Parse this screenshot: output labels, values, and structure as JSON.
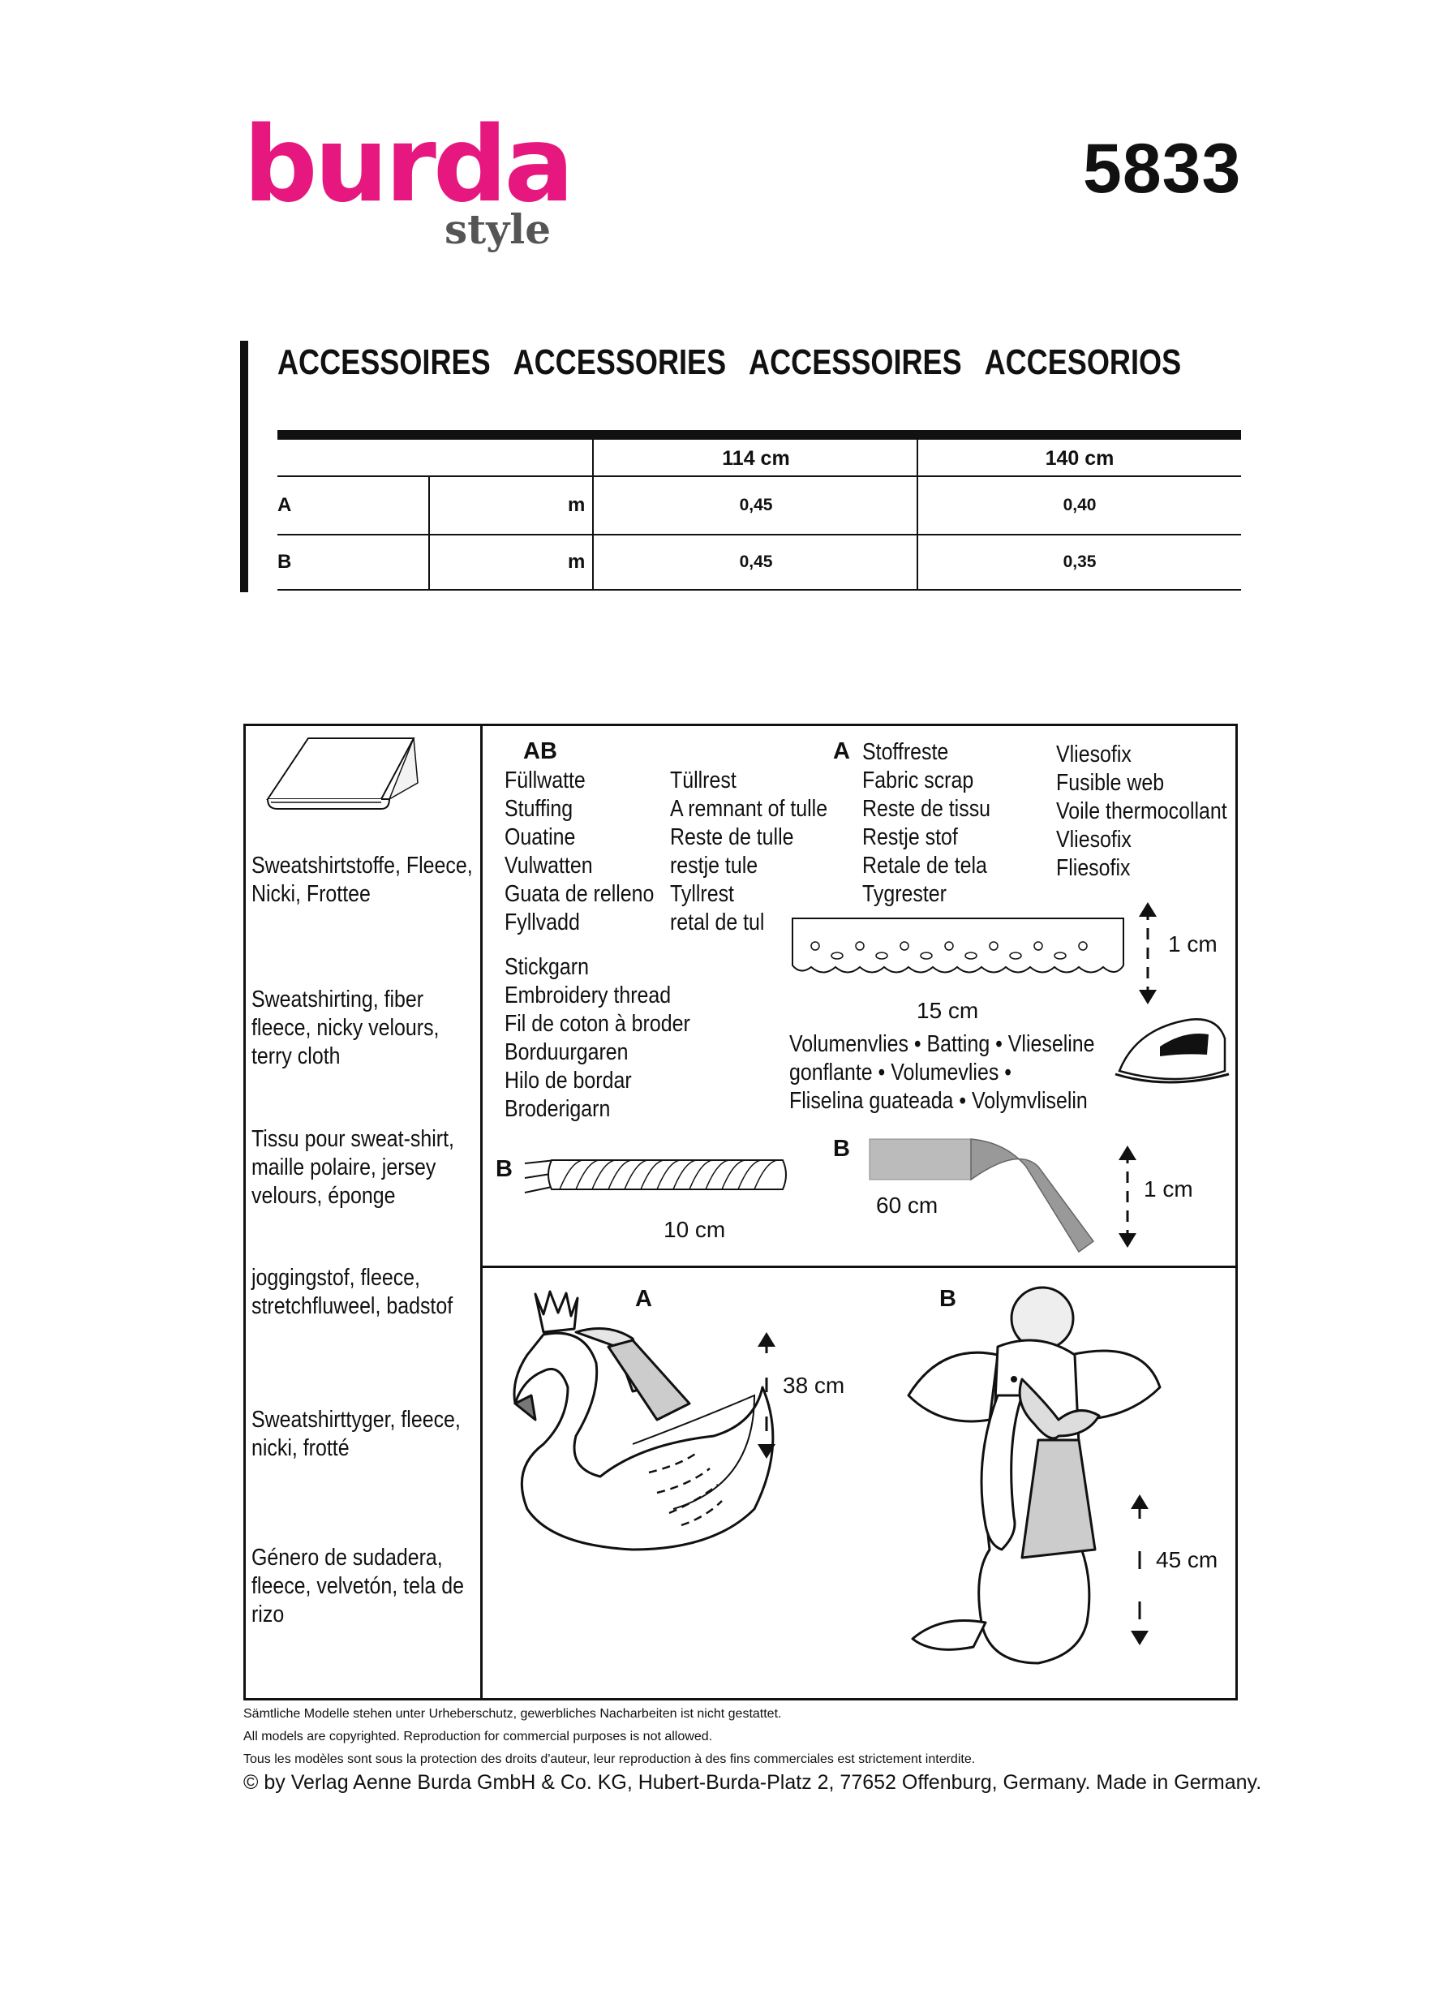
{
  "brand": {
    "name": "burda",
    "sub": "style",
    "color": "#e6177f"
  },
  "pattern_number": "5833",
  "titles": [
    "ACCESSOIRES",
    "ACCESSORIES",
    "ACCESSOIRES",
    "ACCESORIOS"
  ],
  "yardage": {
    "widths": [
      "114 cm",
      "140 cm"
    ],
    "rows": [
      {
        "view": "A",
        "unit": "m",
        "values": [
          "0,45",
          "0,40"
        ]
      },
      {
        "view": "B",
        "unit": "m",
        "values": [
          "0,45",
          "0,35"
        ]
      }
    ]
  },
  "fabrics": [
    "Sweatshirtstoffe, Fleece,\nNicki, Frottee",
    "Sweatshirting, fiber\nfleece, nicky velours,\nterry cloth",
    "Tissu pour sweat-shirt,\nmaille polaire, jersey\nvelours, éponge",
    "joggingstof, fleece,\nstretchfluweel, badstof",
    "Sweatshirttyger, fleece,\nnicki, frotté",
    "Género de sudadera,\nfleece, velvetón, tela de\nrizo"
  ],
  "notions": {
    "stuffing": {
      "label": "AB",
      "text": "Füllwatte\nStuffing\nOuatine\nVulwatten\nGuata de relleno\nFyllvadd"
    },
    "tulle": {
      "text": "Tüllrest\nA remnant of tulle\nReste de tulle\nrestje tule\nTyllrest\nretal de tul"
    },
    "fabric_scrap": {
      "label": "A",
      "text": "Stoffreste\nFabric scrap\nReste de tissu\nRestje stof\nRetale de tela\nTygrester"
    },
    "fusible": {
      "text": "Vliesofix\nFusible web\nVoile thermocollant\nVliesofix\nFliesofix"
    },
    "thread": {
      "text": "Stickgarn\nEmbroidery thread\nFil de coton à broder\nBorduurgaren\nHilo de bordar\nBroderigarn"
    },
    "lace": {
      "height": "1 cm",
      "length": "15 cm"
    },
    "batting": {
      "text": "Volumenvlies • Batting • Vlieseline\ngonflante • Volumevlies •\nFliselina guateada • Volymvliselin"
    },
    "cord": {
      "label": "B",
      "length": "10 cm"
    },
    "ribbon": {
      "label": "B",
      "length": "60 cm",
      "height": "1 cm"
    }
  },
  "views": [
    {
      "label": "A",
      "height": "38 cm"
    },
    {
      "label": "B",
      "height": "45 cm"
    }
  ],
  "footer": {
    "de": "Sämtliche Modelle stehen unter Urheberschutz, gewerbliches Nacharbeiten ist nicht gestattet.",
    "en": "All models are copyrighted. Reproduction for commercial purposes is not allowed.",
    "fr": "Tous les modèles sont sous la protection des droits d'auteur, leur reproduction à des fins commerciales est strictement interdite.",
    "copyright": "© by Verlag Aenne Burda GmbH & Co. KG, Hubert-Burda-Platz 2, 77652 Offenburg, Germany. Made in Germany."
  }
}
